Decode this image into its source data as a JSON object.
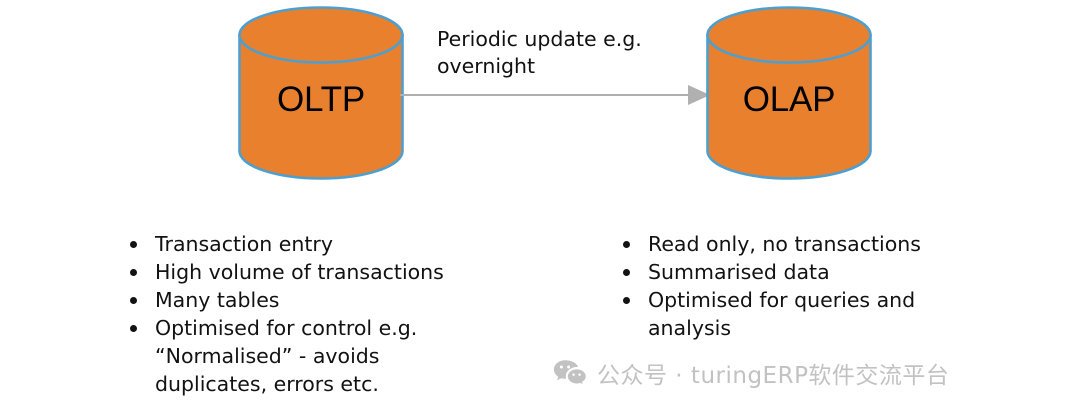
{
  "diagram": {
    "title": "OLTP to OLAP data flow",
    "colors": {
      "cylinder_fill": "#E8802E",
      "cylinder_stroke": "#4D9FD0",
      "arrow": "#B0B0B0",
      "text": "#121212",
      "watermark": "#C2C2C2"
    },
    "nodes": [
      {
        "id": "oltp",
        "label": "OLTP",
        "icon": "database-cylinder-icon"
      },
      {
        "id": "olap",
        "label": "OLAP",
        "icon": "database-cylinder-icon"
      }
    ],
    "arrow": {
      "icon": "arrow-right-icon",
      "label": "Periodic update e.g.\novernight",
      "from": "OLTP",
      "to": "OLAP"
    }
  },
  "oltp_list": {
    "items": [
      "Transaction entry",
      "High volume of transactions",
      "Many tables",
      "Optimised for control e.g.\n“Normalised” - avoids\nduplicates, errors etc."
    ]
  },
  "olap_list": {
    "items": [
      "Read only, no transactions",
      "Summarised data",
      "Optimised for queries and\nanalysis"
    ]
  },
  "watermark": {
    "icon": "wechat-icon",
    "text": "公众号 · turingERP软件交流平台"
  }
}
